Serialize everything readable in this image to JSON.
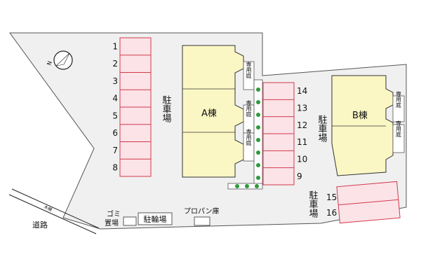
{
  "compass": {
    "label": "N"
  },
  "road": {
    "label": "道路",
    "small_label": "木柵"
  },
  "buildings": [
    {
      "label": "A棟"
    },
    {
      "label": "B棟"
    }
  ],
  "private_gardens": [
    {
      "label": "専用庭"
    },
    {
      "label": "専用庭"
    },
    {
      "label": "専用庭"
    },
    {
      "label": "専用庭"
    },
    {
      "label": "専用庭"
    }
  ],
  "parking_labels": [
    {
      "label": "駐車場"
    },
    {
      "label": "駐車場"
    },
    {
      "label": "駐車場"
    }
  ],
  "parking_left": [
    "1",
    "2",
    "3",
    "4",
    "5",
    "6",
    "7",
    "8"
  ],
  "parking_middle": [
    "14",
    "13",
    "12",
    "11",
    "10",
    "9"
  ],
  "parking_right": [
    "15",
    "16"
  ],
  "facilities": {
    "trash": "ゴミ置場",
    "bicycle": "駐輪場",
    "propane": "プロパン庫"
  }
}
